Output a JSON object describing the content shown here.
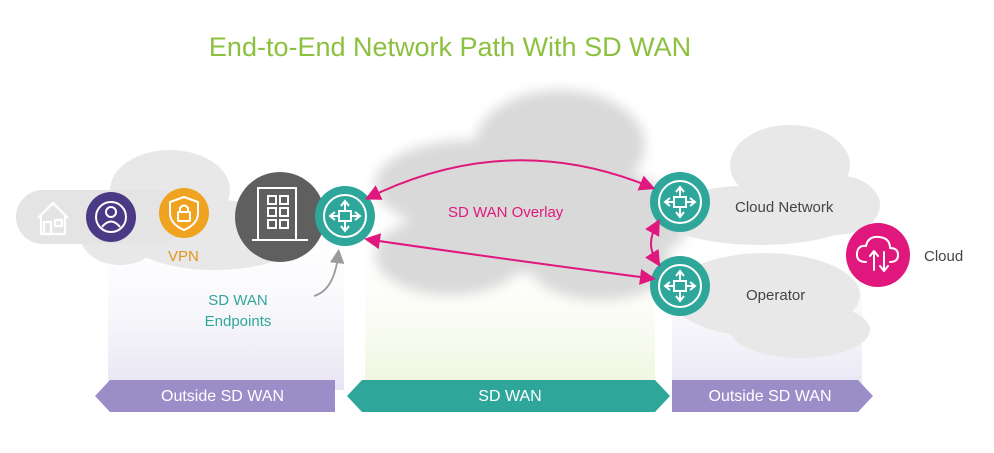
{
  "title": "End-to-End Network Path With SD WAN",
  "labels": {
    "vpn": "VPN",
    "endpoints_line1": "SD WAN",
    "endpoints_line2": "Endpoints",
    "overlay": "SD WAN Overlay",
    "cloud_network": "Cloud Network",
    "operator": "Operator",
    "cloud": "Cloud"
  },
  "bands": {
    "left": "Outside SD WAN",
    "middle": "SD WAN",
    "right": "Outside SD WAN"
  },
  "colors": {
    "title_green": "#8cc03f",
    "teal": "#2ea79a",
    "magenta": "#e0187e",
    "purple_band": "#9b8ec8",
    "user_purple": "#4a3a86",
    "vpn_orange": "#f0a321",
    "building_gray": "#5f5f5f",
    "cloud_gray": "#e6e6e6"
  },
  "icons": [
    "house-icon",
    "user-icon",
    "vpn-shield-icon",
    "building-icon",
    "sdwan-router-icon",
    "cloud-upload-icon"
  ]
}
